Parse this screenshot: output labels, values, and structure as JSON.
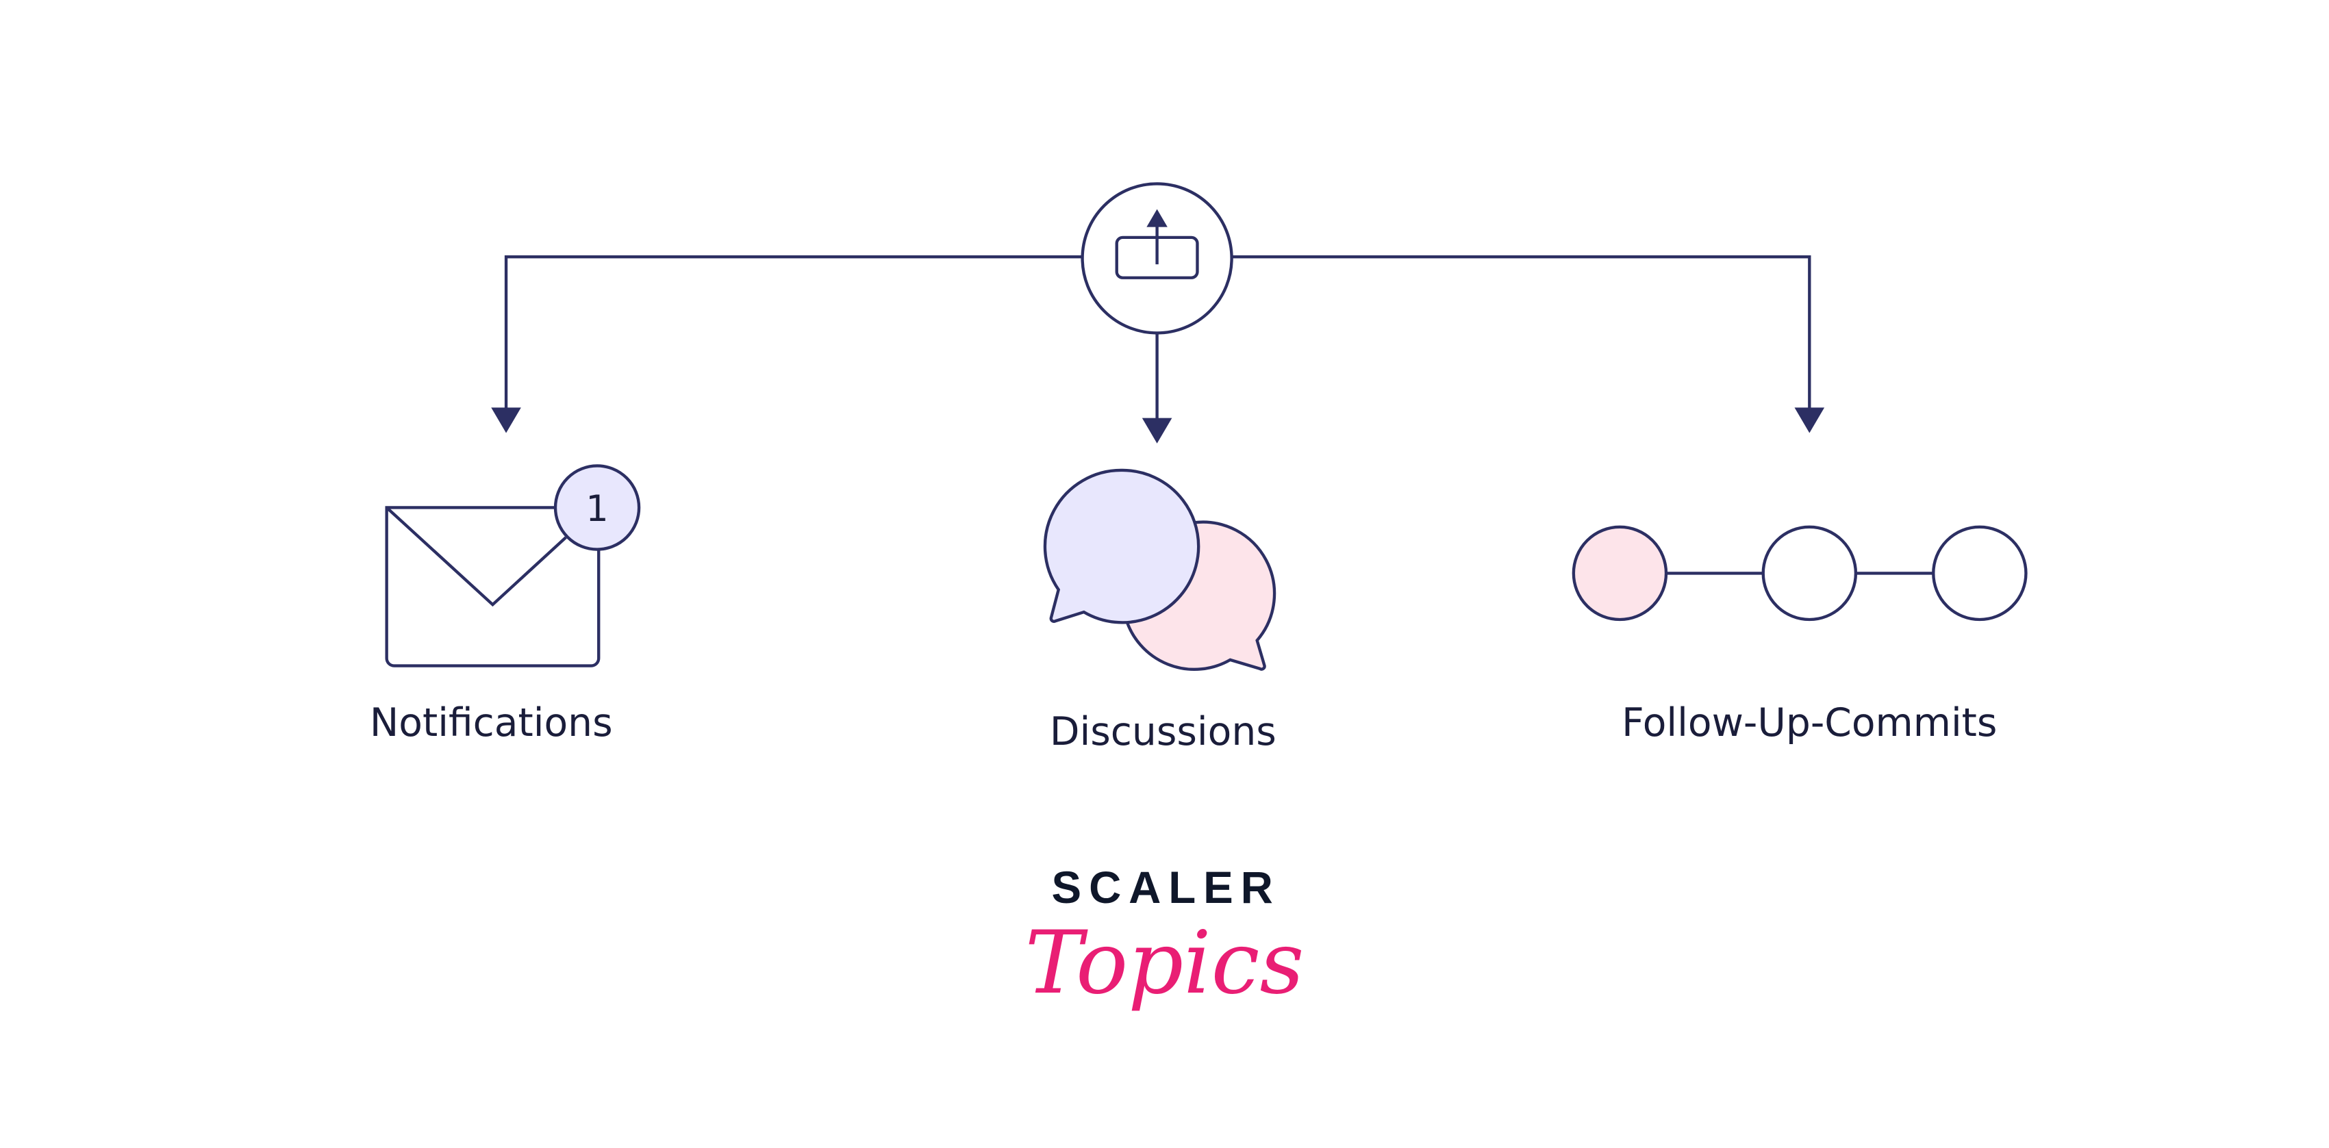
{
  "diagram": {
    "hub": {
      "icon": "upload-box-icon"
    },
    "nodes": [
      {
        "label": "Notifications",
        "icon": "envelope-icon",
        "badge": "1"
      },
      {
        "label": "Discussions",
        "icon": "chat-bubbles-icon"
      },
      {
        "label": "Follow-Up-Commits",
        "icon": "commit-chain-icon"
      }
    ]
  },
  "logo": {
    "line1": "SCALER",
    "line2": "Topics"
  },
  "colors": {
    "stroke": "#2c2f63",
    "lavender": "#e8e7fd",
    "pink": "#fde4ea",
    "brand_pink": "#e91e74",
    "text": "#0f172a"
  }
}
